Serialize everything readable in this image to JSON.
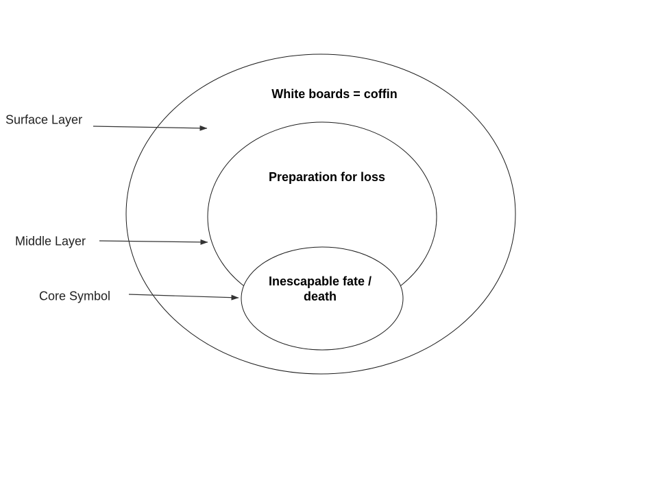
{
  "diagram": {
    "rings": [
      {
        "name": "surface",
        "ring_label": "White boards = coffin",
        "callout_label": "Surface Layer"
      },
      {
        "name": "middle",
        "ring_label": "Preparation for loss",
        "callout_label": "Middle Layer"
      },
      {
        "name": "core",
        "ring_label": "Inescapable fate /\ndeath",
        "callout_label": "Core Symbol"
      }
    ],
    "colors": {
      "outline": "#1a1a1a",
      "arrow": "#333333",
      "ring_label_text": "#000000",
      "callout_text": "#212121",
      "background": "#ffffff"
    }
  }
}
